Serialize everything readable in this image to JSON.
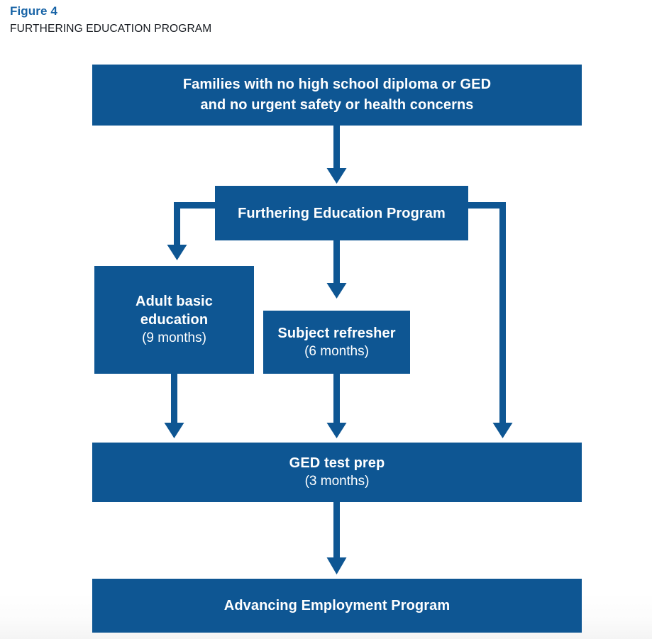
{
  "figure": {
    "number": "Figure 4",
    "title": "FURTHERING EDUCATION PROGRAM"
  },
  "colors": {
    "box_fill": "#0e5693",
    "connector": "#0e5693",
    "figure_number": "#1763a6",
    "figure_title": "#15191f",
    "box_text": "#ffffff",
    "page_background": "#ffffff"
  },
  "chart_data": {
    "type": "diagram",
    "diagram_kind": "flowchart",
    "title": "FURTHERING EDUCATION PROGRAM",
    "orientation": "top-to-bottom",
    "nodes": [
      {
        "id": "intake",
        "label_line1": "Families with no high school diploma or GED",
        "label_line2": "and no urgent safety or health concerns",
        "duration": "",
        "shape": "rectangle",
        "fill": "#0e5693"
      },
      {
        "id": "program",
        "label_line1": "Furthering Education Program",
        "label_line2": "",
        "duration": "",
        "shape": "rectangle",
        "fill": "#0e5693"
      },
      {
        "id": "abe",
        "label_line1": "Adult basic education",
        "label_line2": "",
        "duration": "(9 months)",
        "shape": "rectangle",
        "fill": "#0e5693"
      },
      {
        "id": "refresher",
        "label_line1": "Subject refresher",
        "label_line2": "",
        "duration": "(6 months)",
        "shape": "rectangle",
        "fill": "#0e5693"
      },
      {
        "id": "gedprep",
        "label_line1": "GED test prep",
        "label_line2": "",
        "duration": "(3 months)",
        "shape": "rectangle",
        "fill": "#0e5693"
      },
      {
        "id": "advancing",
        "label_line1": "Advancing Employment Program",
        "label_line2": "",
        "duration": "",
        "shape": "rectangle",
        "fill": "#0e5693"
      }
    ],
    "edges": [
      {
        "from": "intake",
        "to": "program",
        "style": "straight-down",
        "arrow": true
      },
      {
        "from": "program",
        "to": "abe",
        "style": "elbow-left",
        "arrow": true
      },
      {
        "from": "program",
        "to": "refresher",
        "style": "straight-down",
        "arrow": true
      },
      {
        "from": "program",
        "to": "gedprep",
        "style": "elbow-right",
        "arrow": true
      },
      {
        "from": "abe",
        "to": "gedprep",
        "style": "straight-down",
        "arrow": true
      },
      {
        "from": "refresher",
        "to": "gedprep",
        "style": "straight-down",
        "arrow": true
      },
      {
        "from": "gedprep",
        "to": "advancing",
        "style": "straight-down",
        "arrow": true
      }
    ],
    "legend": [],
    "annotations": []
  },
  "nodes": {
    "intake": {
      "line1": "Families with no high school diploma or GED",
      "line2": "and no urgent safety or health concerns"
    },
    "program": {
      "line1": "Furthering Education Program"
    },
    "abe": {
      "line1": "Adult basic education",
      "duration": "(9 months)"
    },
    "refresher": {
      "line1": "Subject refresher",
      "duration": "(6 months)"
    },
    "gedprep": {
      "line1": "GED test prep",
      "duration": "(3 months)"
    },
    "advancing": {
      "line1": "Advancing Employment Program"
    }
  }
}
